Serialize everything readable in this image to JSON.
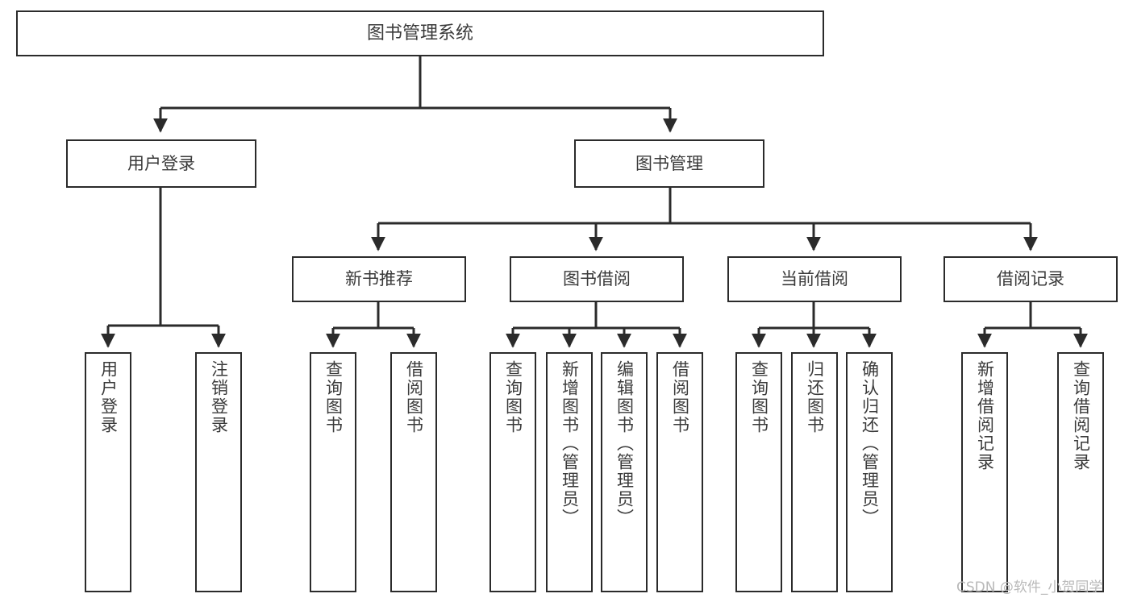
{
  "diagram": {
    "title": "图书管理系统",
    "type": "tree-hierarchy-chart",
    "watermark": "CSDN @软件_小贺同学",
    "root": {
      "label": "图书管理系统"
    },
    "level2": [
      {
        "label": "用户登录"
      },
      {
        "label": "图书管理"
      }
    ],
    "level3": [
      {
        "label": "新书推荐"
      },
      {
        "label": "图书借阅"
      },
      {
        "label": "当前借阅"
      },
      {
        "label": "借阅记录"
      }
    ],
    "leaves": {
      "user_login": [
        {
          "label": "用户登录"
        },
        {
          "label": "注销登录"
        }
      ],
      "new_book_recommend": [
        {
          "label": "查询图书"
        },
        {
          "label": "借阅图书"
        }
      ],
      "book_borrow": [
        {
          "label": "查询图书"
        },
        {
          "label": "新增图书（管理员）"
        },
        {
          "label": "编辑图书（管理员）"
        },
        {
          "label": "借阅图书"
        }
      ],
      "current_borrow": [
        {
          "label": "查询图书"
        },
        {
          "label": "归还图书"
        },
        {
          "label": "确认归还（管理员）"
        }
      ],
      "borrow_record": [
        {
          "label": "新增借阅记录"
        },
        {
          "label": "查询借阅记录"
        }
      ]
    }
  },
  "colors": {
    "stroke": "#2b2b2b",
    "text": "#3a3a3a",
    "background": "#ffffff",
    "watermark": "#b9b9b9"
  }
}
